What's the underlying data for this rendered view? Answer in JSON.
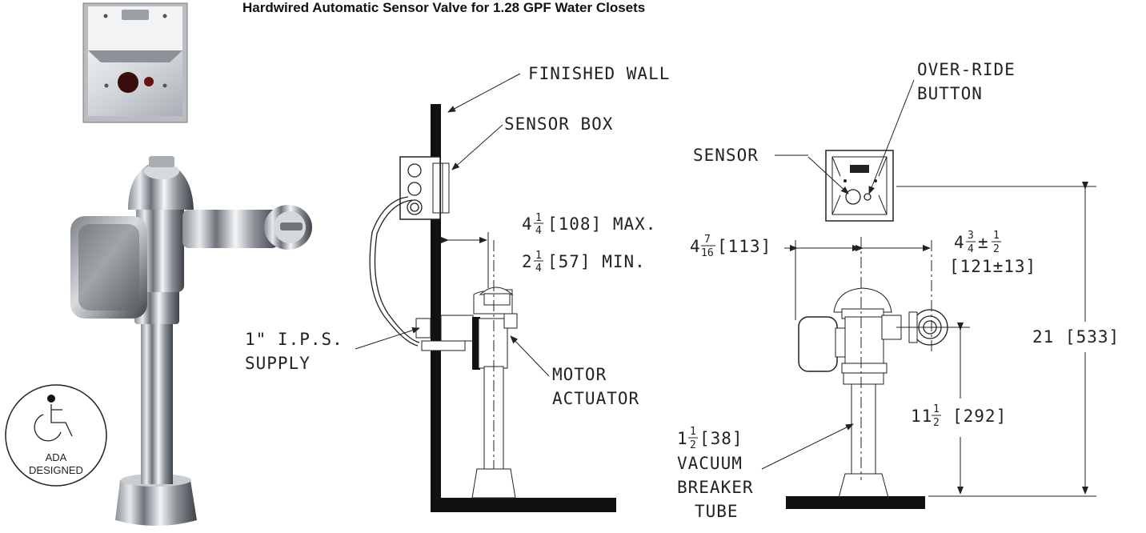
{
  "title": "Hardwired Automatic Sensor Valve for 1.28 GPF Water Closets",
  "side_view": {
    "finished_wall": "FINISHED WALL",
    "sensor_box": "SENSOR BOX",
    "max_whole": "4",
    "max_num": "1",
    "max_den": "4",
    "max_rest": "[108] MAX.",
    "min_whole": "2",
    "min_num": "1",
    "min_den": "4",
    "min_rest": "[57] MIN.",
    "supply_1": "1\" I.P.S.",
    "supply_2": "SUPPLY",
    "motor_1": "MOTOR",
    "motor_2": "ACTUATOR"
  },
  "front_view": {
    "sensor": "SENSOR",
    "override_1": "OVER-RIDE",
    "override_2": "BUTTON",
    "w_whole": "4",
    "w_num": "7",
    "w_den": "16",
    "w_rest": "[113]",
    "o_whole": "4",
    "o_num": "3",
    "o_den": "4",
    "o_tol": "±",
    "o_tnum": "1",
    "o_tden": "2",
    "o_metric": "[121±13]",
    "height_total": "21 [533]",
    "h_whole": "11",
    "h_num": "1",
    "h_den": "2",
    "h_rest": "[292]",
    "vb_whole": "1",
    "vb_num": "1",
    "vb_den": "2",
    "vb_rest": "[38]",
    "vb_2": "VACUUM",
    "vb_3": "BREAKER",
    "vb_4": "TUBE"
  },
  "ada_badge": {
    "line1": "ADA",
    "line2": "DESIGNED"
  }
}
